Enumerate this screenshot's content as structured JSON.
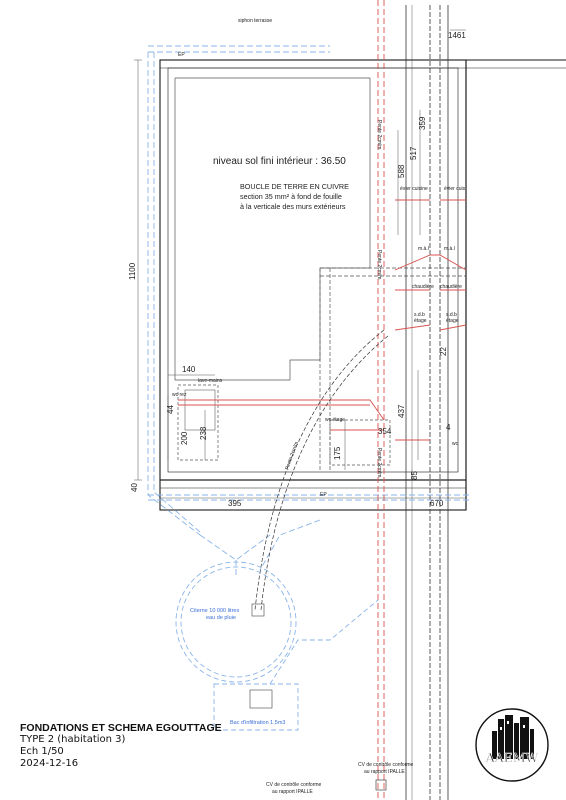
{
  "title_block": {
    "line1": "FONDATIONS ET SCHEMA EGOUTTAGE",
    "line2": "TYPE 2 (habitation 3)",
    "line3": "Ech 1/50",
    "line4": "2024-12-16"
  },
  "logo": {
    "text": "AAEMW"
  },
  "main_notes": {
    "floor_level": "niveau sol fini intérieur : 36.50",
    "earth_loop_1": "BOUCLE DE TERRE EN CUIVRE",
    "earth_loop_2": "section 35 mm² à fond de fouille",
    "earth_loop_3": "à la verticale des murs extérieurs"
  },
  "small_labels": {
    "siphon": "siphon terrasse",
    "ep_top": "EP",
    "ep_bottom": "EP",
    "evier_cuisine_1": "évier cuisine",
    "evier_cuisine_2": "évier cuis",
    "ma_1": "m.à.l",
    "ma_2": "m.à.l",
    "chaudiere_1": "chaudière",
    "chaudiere_2": "chaudière",
    "sdb_1": "s.d.b",
    "sdb_etage_1": "étage",
    "sdb_2": "s.d.b",
    "sdb_etage_2": "étage",
    "lave_mains": "lave-mains",
    "wc_rez": "wc rez",
    "wc_etage": "wc étage",
    "wc_right": "wc",
    "pente_1": "Pente 2cm/m",
    "pente_2": "Pente 2cm/m",
    "pente_3": "Pente 2cm/m",
    "pente_4": "Pente 2cm/m",
    "cistern_1": "Citerne 10 000 litres",
    "cistern_2": "eau de pluie",
    "infiltration": "Bac d'infiltration 1.5m3",
    "cv1_1": "CV de contrôle conforme",
    "cv1_2": "au rapport IPALLE",
    "cv2_1": "CV de contrôle conforme",
    "cv2_2": "au rapport IPALLE"
  },
  "dimensions": {
    "d1461": "1461",
    "d1100": "1100",
    "d588": "588",
    "d517": "517",
    "d359": "359",
    "d140": "140",
    "d44": "44",
    "d200": "200",
    "d238": "238",
    "d437": "437",
    "d175": "175",
    "d354": "354",
    "d40": "40",
    "d395": "395",
    "d85": "85",
    "d670": "670",
    "d22": "22",
    "d4": "4"
  }
}
